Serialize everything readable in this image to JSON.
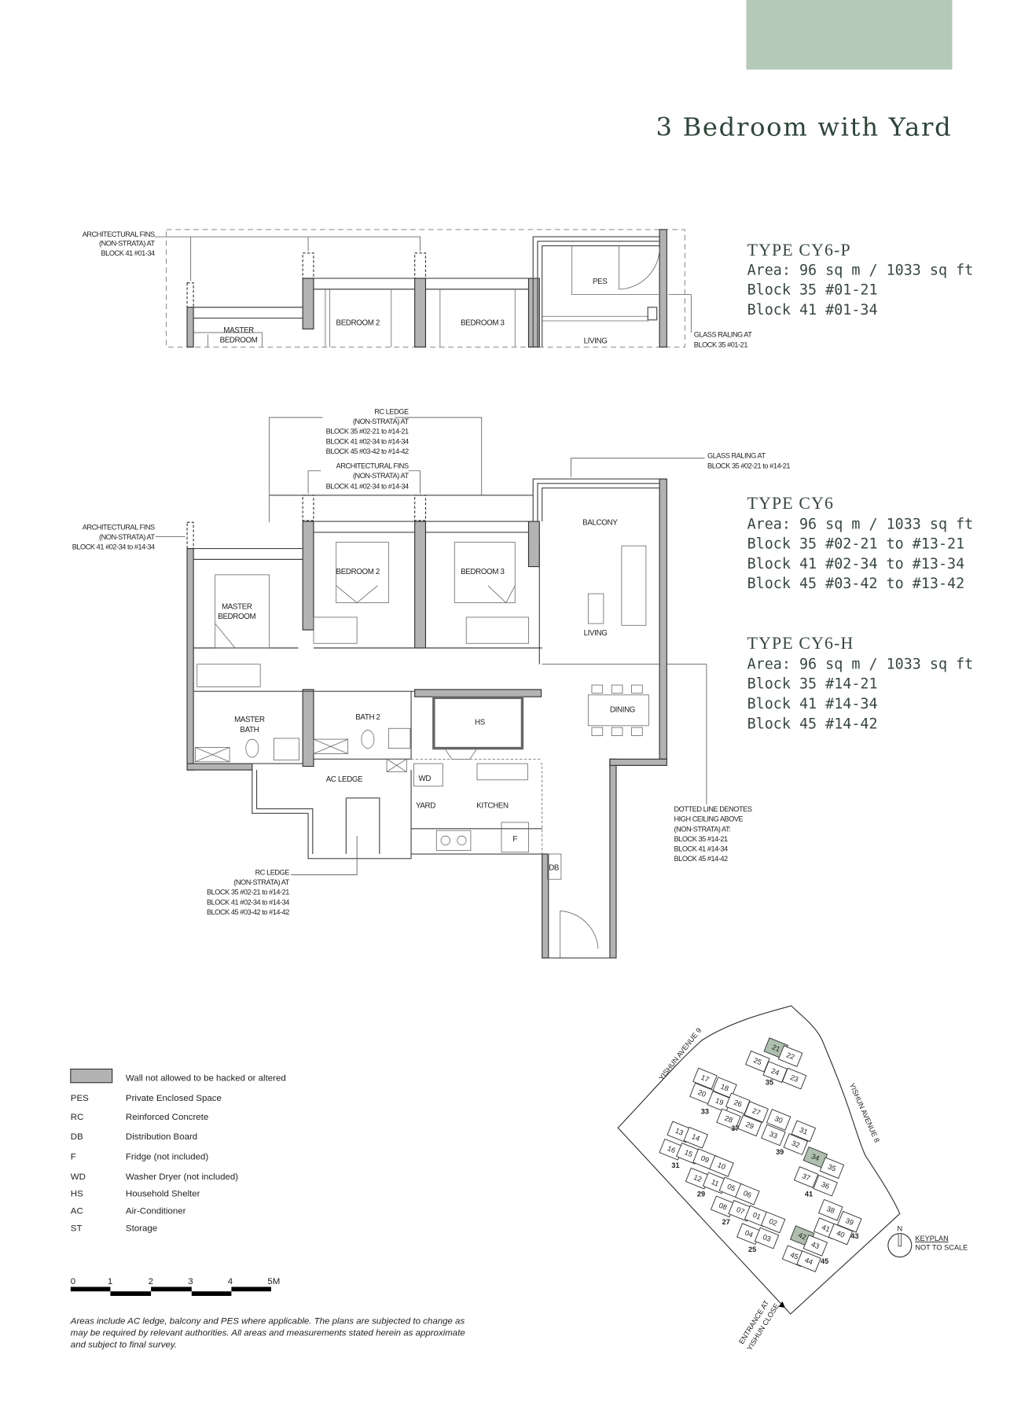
{
  "header": {
    "title": "3 Bedroom with Yard",
    "accent_color": "#b5c9b9"
  },
  "types": [
    {
      "name": "TYPE CY6-P",
      "lines": [
        "Area: 96 sq m / 1033 sq ft",
        "Block 35 #01-21",
        "Block 41 #01-34"
      ]
    },
    {
      "name": "TYPE CY6",
      "lines": [
        "Area: 96 sq m / 1033 sq ft",
        "Block 35 #02-21 to #13-21",
        "Block 41 #02-34 to #13-34",
        "Block 45 #03-42 to #13-42"
      ]
    },
    {
      "name": "TYPE CY6-H",
      "lines": [
        "Area: 96 sq m / 1033 sq ft",
        "Block 35 #14-21",
        "Block 41 #14-34",
        "Block 45 #14-42"
      ]
    }
  ],
  "top_plan": {
    "fins_note": [
      "ARCHITECTURAL FINS",
      "(NON-STRATA) AT",
      "BLOCK 41 #01-34"
    ],
    "glass_note": [
      "GLASS RALING AT",
      "BLOCK 35 #01-21"
    ],
    "rooms": {
      "pes": "PES",
      "living": "LIVING",
      "master": [
        "MASTER",
        "BEDROOM"
      ],
      "bed2": "BEDROOM 2",
      "bed3": "BEDROOM 3"
    }
  },
  "main_plan": {
    "rc_ledge_top": [
      "RC LEDGE",
      "(NON-STRATA) AT",
      "BLOCK 35 #02-21 to #14-21",
      "BLOCK 41 #02-34 to #14-34",
      "BLOCK 45 #03-42 to #14-42"
    ],
    "fins_mid": [
      "ARCHITECTURAL FINS",
      "(NON-STRATA) AT",
      "BLOCK 41 #02-34 to #14-34"
    ],
    "fins_left": [
      "ARCHITECTURAL FINS",
      "(NON-STRATA) AT",
      "BLOCK 41 #02-34 to #14-34"
    ],
    "glass_note": [
      "GLASS RALING AT",
      "BLOCK 35 #02-21 to #14-21"
    ],
    "dotted_note": [
      "DOTTED LINE DENOTES",
      "HIGH CEILING ABOVE",
      "(NON-STRATA) AT:",
      "BLOCK 35 #14-21",
      "BLOCK 41 #14-34",
      "BLOCK 45 #14-42"
    ],
    "rc_ledge_bottom": [
      "RC LEDGE",
      "(NON-STRATA) AT",
      "BLOCK 35 #02-21 to #14-21",
      "BLOCK 41 #02-34 to #14-34",
      "BLOCK 45 #03-42 to #14-42"
    ],
    "rooms": {
      "balcony": "BALCONY",
      "bed2": "BEDROOM 2",
      "bed3": "BEDROOM 3",
      "master": [
        "MASTER",
        "BEDROOM"
      ],
      "living": "LIVING",
      "dining": "DINING",
      "master_bath": [
        "MASTER",
        "BATH"
      ],
      "bath2": "BATH 2",
      "hs": "HS",
      "ac_ledge": "AC LEDGE",
      "yard": "YARD",
      "kitchen": "KITCHEN",
      "wd": "WD",
      "f": "F",
      "db": "DB"
    }
  },
  "legend": {
    "wall_note": "Wall not allowed to be hacked or altered",
    "items": [
      {
        "abbr": "PES",
        "desc": "Private Enclosed Space"
      },
      {
        "abbr": "RC",
        "desc": "Reinforced Concrete"
      },
      {
        "abbr": "DB",
        "desc": "Distribution Board"
      },
      {
        "abbr": "F",
        "desc": "Fridge (not included)"
      },
      {
        "abbr": "WD",
        "desc": "Washer Dryer (not included)"
      },
      {
        "abbr": "HS",
        "desc": "Household Shelter"
      },
      {
        "abbr": "AC",
        "desc": "Air-Conditioner"
      },
      {
        "abbr": "ST",
        "desc": "Storage"
      }
    ]
  },
  "scale_bar": {
    "labels": [
      "0",
      "1",
      "2",
      "3",
      "4",
      "5M"
    ]
  },
  "disclaimer": [
    "Areas include AC ledge, balcony and PES where applicable. The plans are subjected to change as",
    "may be required by relevant authorities. All areas and measurements stated herein as approximate",
    "and subject to final survey."
  ],
  "keyplan": {
    "title": "KEYPLAN",
    "subtitle": "NOT TO SCALE",
    "north": "N",
    "roads": {
      "ave9": "YISHUN AVENUE 9",
      "ave8": "YISHUN AVENUE 8",
      "entrance": [
        "ENTRANCE AT",
        "YISHUN CLOSE"
      ]
    },
    "blocks": [
      "35",
      "33",
      "37",
      "39",
      "31",
      "29",
      "27",
      "25",
      "41",
      "43",
      "45"
    ],
    "units": [
      "17",
      "18",
      "20",
      "19",
      "26",
      "28",
      "27",
      "29",
      "30",
      "31",
      "33",
      "32",
      "13",
      "14",
      "16",
      "15",
      "09",
      "10",
      "12",
      "11",
      "05",
      "06",
      "08",
      "07",
      "01",
      "02",
      "04",
      "03",
      "21",
      "22",
      "25",
      "24",
      "23",
      "34",
      "35",
      "37",
      "36",
      "38",
      "39",
      "41",
      "40",
      "42",
      "43",
      "45",
      "44"
    ],
    "highlighted_units": [
      "21",
      "34",
      "42"
    ],
    "highlight_color": "#aebfae"
  }
}
